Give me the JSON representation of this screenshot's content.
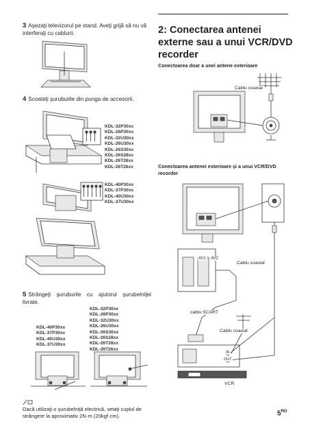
{
  "left": {
    "step3": {
      "num": "3",
      "text": "Aşezaţi televizorul pe stand. Aveţi grijă să nu vă interferaţi cu cablurii."
    },
    "step4": {
      "num": "4",
      "text": "Scoateţi şuruburile din punga de accesorii."
    },
    "models_a": [
      "KDL-32P30xx",
      "KDL-26P30xx",
      "KDL-32U30xx",
      "KDL-26U30xx",
      "KDL-26S30xx",
      "KDL-26S28xx",
      "KDL-26T28xx",
      "KDL-26T26xx"
    ],
    "models_b": [
      "KDL-40P30xx",
      "KDL-37P30xx",
      "KDL-40U30xx",
      "KDL-37U30xx"
    ],
    "step5": {
      "num": "5",
      "text": "Strângeţi şuruburile cu ajutorul şurubelniţei livrate."
    },
    "models_c": [
      "KDL-32P30xx",
      "KDL-26P30xx",
      "KDL-32U30xx",
      "KDL-26U30xx",
      "KDL-26S30xx",
      "KDL-26S28xx",
      "KDL-26T28xx",
      "KDL-26T26xx"
    ],
    "models_d": [
      "KDL-40P30xx",
      "KDL-37P30xx",
      "KDL-40U30xx",
      "KDL-37U30xx"
    ],
    "note": "Dacă utilizaţi o şurubelniţă electrică, setaţi cuplul de strângere la aproximativ 2N·m (20kgf·cm)."
  },
  "right": {
    "title": "2: Conectarea antenei externe sau a unui VCR/DVD recorder",
    "sub1": "Conectoarea doar a unei antene exterioare",
    "sub2": "Conectoarea antenei exterioare şi a unui VCR/DVD recorder",
    "coax1": "Cablu coaxial",
    "coax2": "Cablu coaxial",
    "scart": "cablu SCART",
    "coax3": "Cablu coaxial",
    "vcr": "VCR",
    "in_label": "IN",
    "out_label": "OUT",
    "av1": "AV1",
    "av2": "AV2"
  },
  "page": {
    "number": "5",
    "suffix": "RO"
  }
}
